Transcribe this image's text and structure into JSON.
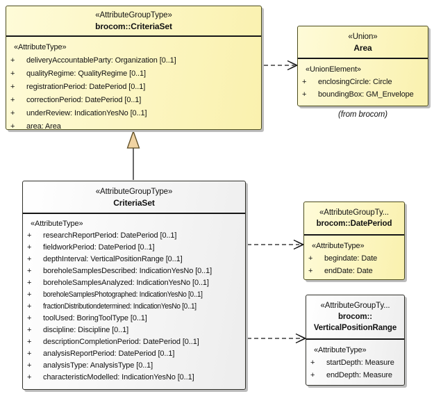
{
  "classes": {
    "brocomCriteriaSet": {
      "stereotype": "«AttributeGroupType»",
      "name": "brocom::CriteriaSet",
      "section": "«AttributeType»",
      "attributes": [
        {
          "vis": "+",
          "label": "deliveryAccountableParty: Organization [0..1]"
        },
        {
          "vis": "+",
          "label": "qualityRegime: QualityRegime [0..1]"
        },
        {
          "vis": "+",
          "label": "registrationPeriod: DatePeriod [0..1]"
        },
        {
          "vis": "+",
          "label": "correctionPeriod: DatePeriod [0..1]"
        },
        {
          "vis": "+",
          "label": "underReview: IndicationYesNo [0..1]"
        },
        {
          "vis": "+",
          "label": "area: Area"
        }
      ]
    },
    "area": {
      "stereotype": "«Union»",
      "name": "Area",
      "section": "«UnionElement»",
      "attributes": [
        {
          "vis": "+",
          "label": "enclosingCircle: Circle"
        },
        {
          "vis": "+",
          "label": "boundingBox: GM_Envelope"
        }
      ],
      "note": "(from brocom)"
    },
    "criteriaSet": {
      "stereotype": "«AttributeGroupType»",
      "name": "CriteriaSet",
      "section": "«AttributeType»",
      "attributes": [
        {
          "vis": "+",
          "label": "researchReportPeriod: DatePeriod [0..1]"
        },
        {
          "vis": "+",
          "label": "fieldworkPeriod: DatePeriod [0..1]"
        },
        {
          "vis": "+",
          "label": "depthInterval: VerticalPositionRange [0..1]"
        },
        {
          "vis": "+",
          "label": "boreholeSamplesDescribed: IndicationYesNo [0..1]"
        },
        {
          "vis": "+",
          "label": "boreholeSamplesAnalyzed: IndicationYesNo [0..1]"
        },
        {
          "vis": "+",
          "label": "boreholeSamplesPhotographed: IndicationYesNo [0..1]"
        },
        {
          "vis": "+",
          "label": "fractionDistributiondetermined: IndicationYesNo [0..1]"
        },
        {
          "vis": "+",
          "label": "toolUsed: BoringToolType [0..1]"
        },
        {
          "vis": "+",
          "label": "discipline: Discipline [0..1]"
        },
        {
          "vis": "+",
          "label": "descriptionCompletionPeriod: DatePeriod [0..1]"
        },
        {
          "vis": "+",
          "label": "analysisReportPeriod: DatePeriod [0..1]"
        },
        {
          "vis": "+",
          "label": "analysisType: AnalysisType [0..1]"
        },
        {
          "vis": "+",
          "label": "characteristicModelled: IndicationYesNo [0..1]"
        }
      ]
    },
    "datePeriod": {
      "stereotype": "«AttributeGroupTy...",
      "name": "brocom::DatePeriod",
      "section": "«AttributeType»",
      "attributes": [
        {
          "vis": "+",
          "label": "begindate: Date"
        },
        {
          "vis": "+",
          "label": "endDate: Date"
        }
      ]
    },
    "verticalPositionRange": {
      "stereotype": "«AttributeGroupTy...",
      "name_line1": "brocom::",
      "name_line2": "VerticalPositionRange",
      "section": "«AttributeType»",
      "attributes": [
        {
          "vis": "+",
          "label": "startDepth: Measure"
        },
        {
          "vis": "+",
          "label": "endDepth: Measure"
        }
      ]
    }
  },
  "relationships": [
    {
      "type": "dependency",
      "from": "brocom::CriteriaSet",
      "to": "Area",
      "line": "dashed",
      "head": "open-arrow"
    },
    {
      "type": "generalization",
      "from": "CriteriaSet",
      "to": "brocom::CriteriaSet",
      "line": "solid",
      "head": "hollow-triangle"
    },
    {
      "type": "dependency",
      "from": "CriteriaSet",
      "to": "brocom::DatePeriod",
      "line": "dashed",
      "head": "open-arrow"
    },
    {
      "type": "dependency",
      "from": "CriteriaSet",
      "to": "brocom::VerticalPositionRange",
      "line": "dashed",
      "head": "open-arrow"
    }
  ],
  "colors": {
    "yellow_fill_light": "#FEFBD8",
    "yellow_fill_dark": "#FAF1AE",
    "white_fill": "#FFFFFF",
    "gray_fill": "#EDEDED",
    "border_yellow": "#4B4B1C",
    "border_gray": "#30302A",
    "divider": "#161616",
    "shadow": "#BDBDBD",
    "triangle_fill": "#F0D3A2",
    "text": "#111111"
  }
}
